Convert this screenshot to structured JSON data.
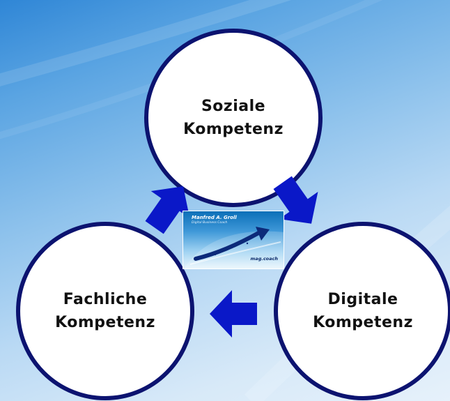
{
  "circles": {
    "top": "Soziale\nKompetenz",
    "left": "Fachliche\nKompetenz",
    "right": "Digitale\nKompetenz"
  },
  "logo": {
    "name": "Manfred A. Groll",
    "subtitle": "Digital Business Coach",
    "website": "mag.coach"
  },
  "colors": {
    "circle_border": "#0c1370",
    "arrow_fill": "#0a18c8",
    "background_light": "#e6f1fb",
    "background_dark": "#2f86d6"
  },
  "icons": [
    "arrow-up-right-icon",
    "arrow-down-right-icon",
    "arrow-left-icon"
  ]
}
